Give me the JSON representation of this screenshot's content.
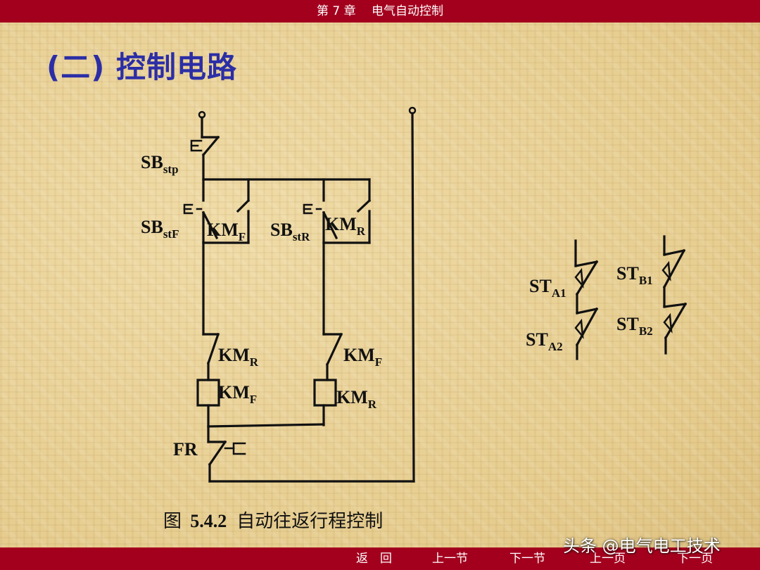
{
  "header": {
    "title": "第 7 章　 电气自动控制"
  },
  "page_title": "(二) 控制电路",
  "diagram": {
    "labels": {
      "sb_stp": {
        "base": "SB",
        "sub": "stp"
      },
      "sb_stf": {
        "base": "SB",
        "sub": "stF"
      },
      "km_f_contact_top": {
        "base": "KM",
        "sub": "F"
      },
      "sb_str": {
        "base": "SB",
        "sub": "stR"
      },
      "km_r_contact_top": {
        "base": "KM",
        "sub": "R"
      },
      "km_r_interlock": {
        "base": "KM",
        "sub": "R"
      },
      "km_f_coil": {
        "base": "KM",
        "sub": "F"
      },
      "km_f_interlock": {
        "base": "KM",
        "sub": "F"
      },
      "km_r_coil": {
        "base": "KM",
        "sub": "R"
      },
      "fr": {
        "base": "FR",
        "sub": ""
      },
      "st_a1": {
        "base": "ST",
        "sub": "A1"
      },
      "st_a2": {
        "base": "ST",
        "sub": "A2"
      },
      "st_b1": {
        "base": "ST",
        "sub": "B1"
      },
      "st_b2": {
        "base": "ST",
        "sub": "B2"
      }
    },
    "caption_prefix": "图",
    "caption_number": "5.4.2",
    "caption_text": "自动往返行程控制"
  },
  "nav": {
    "back": "返　回",
    "prev_section": "上一节",
    "next_section": "下一节",
    "prev_page": "上一页",
    "next_page": "下一页"
  },
  "watermark": "头条 @电气电工技术",
  "colors": {
    "bar": "#a3001e",
    "title": "#2c2ea6",
    "line": "#111111"
  }
}
